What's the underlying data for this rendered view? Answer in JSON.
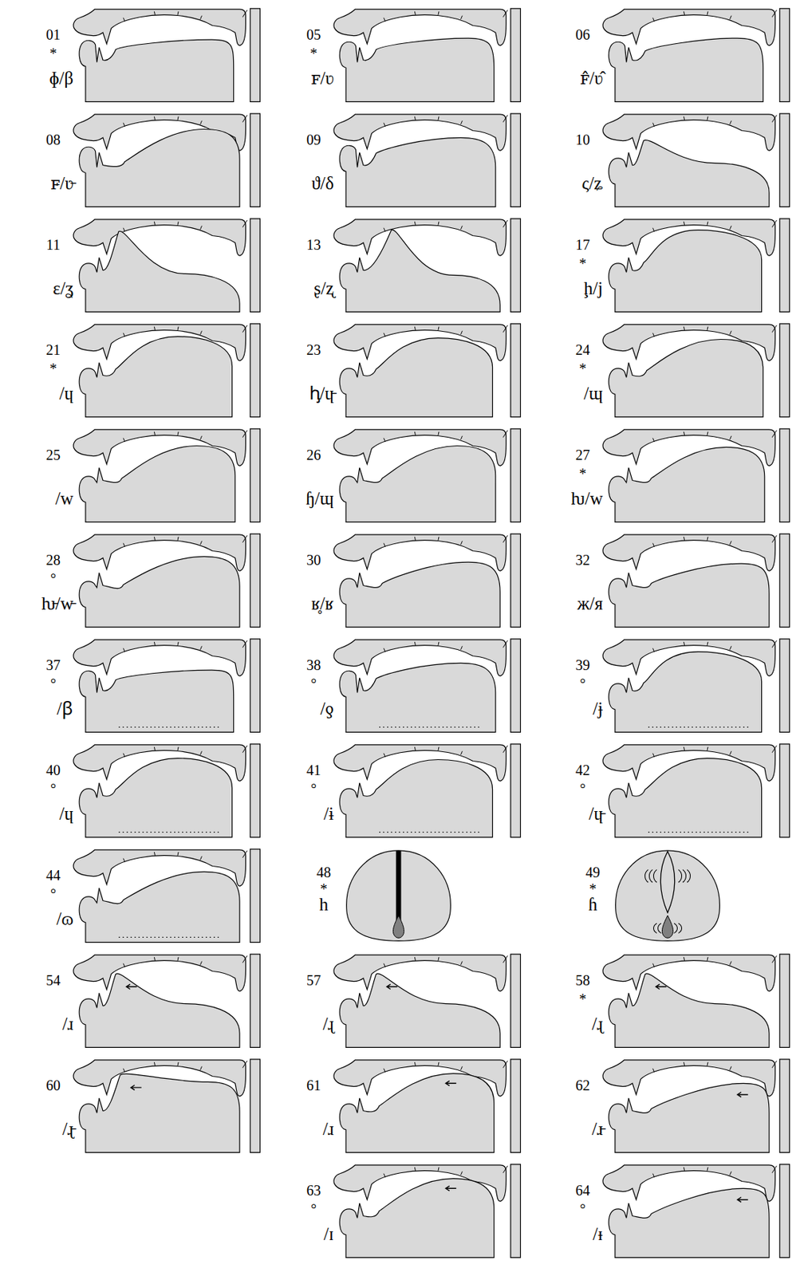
{
  "diagram": {
    "labels": [
      "01",
      "*",
      "ɸ/β",
      "05",
      "*",
      "ꜰ/ʋ",
      "06",
      "ꜰ̂/ʋ̂",
      "08",
      "ꜰ̵/ʋ̵",
      "09",
      "ϑ/δ",
      "10",
      "ς/ʑ",
      "11",
      "ɛ/ʓ",
      "13",
      "ʂ/ʐ",
      "17",
      "*",
      "ḩ/j",
      "21",
      "*",
      "/ɥ",
      "23",
      "ꞕ/ɥ̵",
      "24",
      "*",
      "/ɰ",
      "25",
      "/w",
      "26",
      "ɧ/ɰ",
      "27",
      "*",
      "ƕ/w",
      "28",
      "°",
      "ƕ̵/w̵",
      "30",
      "ʁ̥/ʁ",
      "32",
      "ж/я",
      "37",
      "°",
      "/ꞵ",
      "38",
      "°",
      "/ƍ",
      "39",
      "°",
      "/ɉ",
      "40",
      "°",
      "/ɥ",
      "41",
      "°",
      "/ɨ",
      "42",
      "°",
      "/ɥ̵",
      "44",
      "°",
      "/ɷ",
      "48",
      "*",
      "h",
      "49",
      "*",
      "ɦ",
      "54",
      "/ɹ",
      "57",
      "/ɻ",
      "58",
      "*",
      "/ɻ",
      "60",
      "/ɻ̵",
      "61",
      "/ɹ",
      "62",
      "/ɹ̵",
      "63",
      "°",
      "/ɪ",
      "64",
      "°",
      "/ᵻ"
    ]
  }
}
